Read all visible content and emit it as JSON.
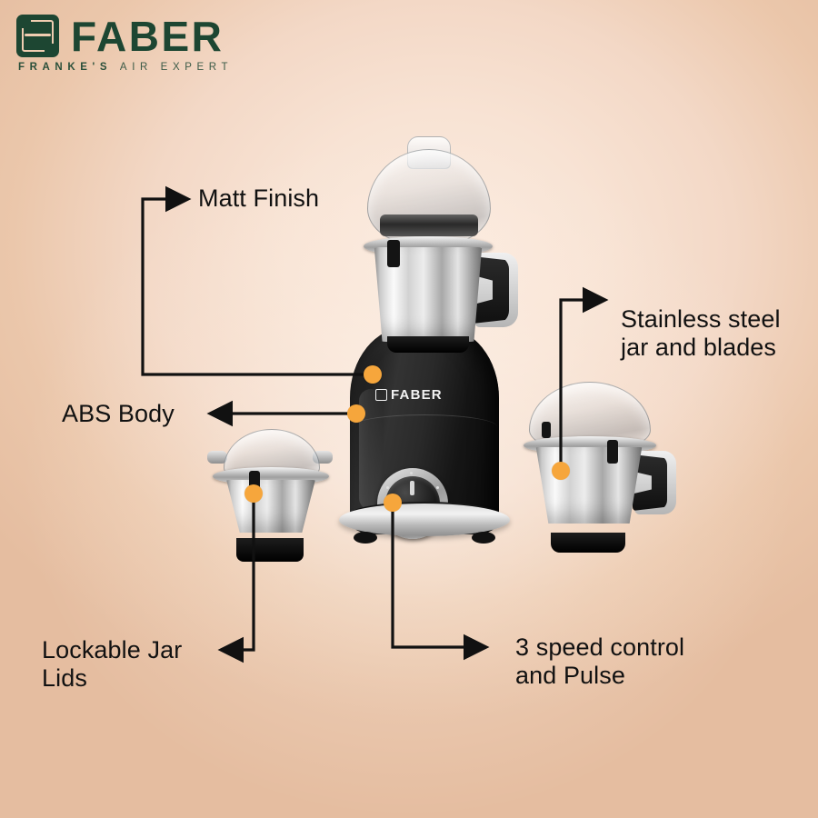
{
  "brand": {
    "logo_mark": "faber-leaf-monogram",
    "name": "FABER",
    "tagline_bold": "FRANKE'S",
    "tagline_light": "AIR EXPERT",
    "color": "#1d4632"
  },
  "product": {
    "name": "Faber Mixer Grinder",
    "body_brand_label": "FABER",
    "jars": [
      {
        "id": "main-jar",
        "label": "main blending jar"
      },
      {
        "id": "medium-jar",
        "label": "medium grinding jar"
      },
      {
        "id": "chutney-jar",
        "label": "small chutney jar"
      }
    ]
  },
  "callouts": [
    {
      "id": "matt-finish",
      "text": "Matt Finish",
      "arrow": "right"
    },
    {
      "id": "stainless-steel",
      "text": "Stainless steel\njar and blades",
      "arrow": "right"
    },
    {
      "id": "abs-body",
      "text": "ABS Body",
      "arrow": "left"
    },
    {
      "id": "lockable-lids",
      "text": "Lockable Jar\nLids",
      "arrow": "left"
    },
    {
      "id": "speed-control",
      "text": "3 speed control\nand Pulse",
      "arrow": "right"
    }
  ],
  "colors": {
    "background_center": "#f9e6d8",
    "background_edge": "#e5bda0",
    "marker_dot": "#f6a63c",
    "leader_line": "#111111",
    "text": "#111111",
    "brand_green": "#1d4632"
  }
}
